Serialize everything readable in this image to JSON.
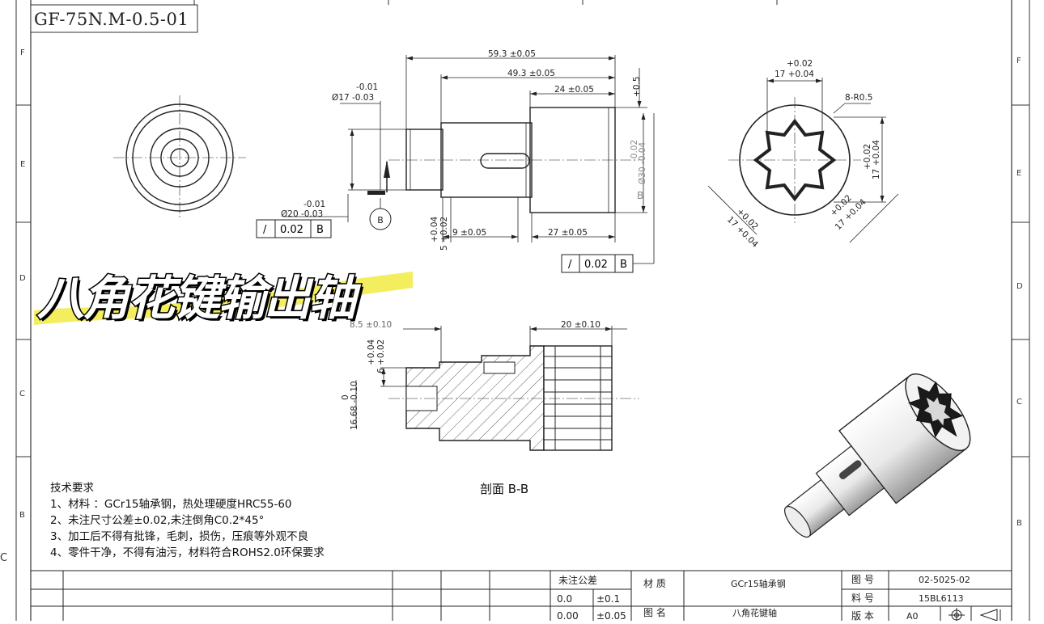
{
  "header": {
    "drawing_number": "GF-75N.M-0.5-01"
  },
  "title_overlay": "八角花键输出轴",
  "border_letters": {
    "left": [
      "F",
      "E",
      "D",
      "C",
      "B"
    ],
    "right": [
      "F",
      "E",
      "D",
      "C",
      "B"
    ]
  },
  "outside_letter": "C",
  "dimensions": {
    "d_593": "59.3 ±0.05",
    "d_493": "49.3 ±0.05",
    "d_24": "24 ±0.05",
    "d_05": "+0.5",
    "d_phi17_tol": "-0.01",
    "d_phi17": "Ø17 -0.03",
    "d_phi20_tol": "-0.01",
    "d_phi20": "Ø20 -0.03",
    "d_phi30": "Ø30 -0.04",
    "d_phi30_tol": "-0.02",
    "d_5": "5 +0.02",
    "d_5_tol": "+0.04",
    "d_9": "9 ±0.05",
    "d_27": "27 ±0.05",
    "d_17_top_tol": "+0.02",
    "d_17_top": "17 +0.04",
    "d_8r": "8-R0.5",
    "d_17_right_tol": "+0.02",
    "d_17_right": "17 +0.04",
    "d_17_bl_tol": "+0.02",
    "d_17_bl": "17 +0.04",
    "d_17_br_tol": "+0.02",
    "d_17_br": "17 +0.04",
    "d_85": "8.5 ±0.10",
    "d_20": "20 ±0.10",
    "d_6_tol": "+0.04",
    "d_6": "6 +0.02",
    "d_1668_tol": "0",
    "d_1668": "16.68 -0.10"
  },
  "datum": {
    "label": "B"
  },
  "tolerance_frames": [
    {
      "symbol": "/",
      "value": "0.02",
      "datum": "B"
    },
    {
      "symbol": "/",
      "value": "0.02",
      "datum": "B"
    }
  ],
  "section_label": "剖面 B-B",
  "technical_requirements": {
    "heading": "技术要求",
    "items": [
      "1、材料 ：GCr15轴承钢，热处理硬度HRC55-60",
      "2、未注尺寸公差±0.02,未注倒角C0.2*45°",
      "3、加工后不得有批锋，毛刺，损伤，压痕等外观不良",
      "4、零件干净，不得有油污，材料符合ROHS2.0环保要求"
    ]
  },
  "title_block": {
    "tolerance_header": "未注公差",
    "tol_rows": [
      {
        "range": "0.0",
        "value": "±0.1"
      },
      {
        "range": "0.00",
        "value": "±0.05"
      }
    ],
    "material_label": "材 质",
    "material_value": "GCr15轴承钢",
    "name_label": "图 名",
    "name_value": "八角花键轴",
    "drawing_no_label": "图 号",
    "drawing_no_value": "02-5025-02",
    "part_no_label": "料 号",
    "part_no_value": "15BL6113",
    "version_label": "版 本",
    "version_value": "A0"
  },
  "colors": {
    "highlight": "#f2ec4c",
    "line": "#222222",
    "shade_light": "#f4f4f4",
    "shade_dark": "#1a1a1a"
  }
}
